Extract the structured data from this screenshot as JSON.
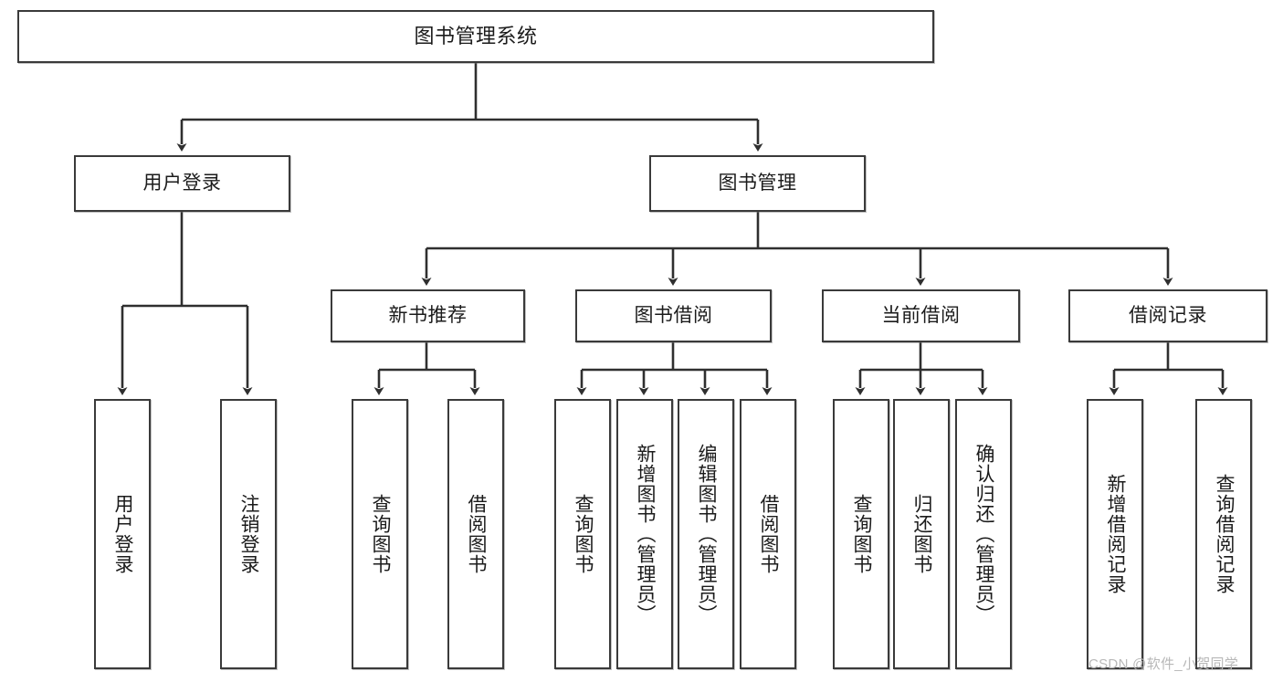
{
  "diagram": {
    "title": "图书管理系统",
    "type": "hierarchy-tree",
    "root": {
      "label": "图书管理系统"
    },
    "level2": [
      {
        "label": "用户登录"
      },
      {
        "label": "图书管理"
      }
    ],
    "level3": [
      {
        "label": "新书推荐"
      },
      {
        "label": "图书借阅"
      },
      {
        "label": "当前借阅"
      },
      {
        "label": "借阅记录"
      }
    ],
    "leaves": {
      "user_login": [
        {
          "label": "用户登录"
        },
        {
          "label": "注销登录"
        }
      ],
      "new_book_recommend": [
        {
          "label": "查询图书"
        },
        {
          "label": "借阅图书"
        }
      ],
      "book_borrow": [
        {
          "label": "查询图书"
        },
        {
          "label": "新增图书（管理员）"
        },
        {
          "label": "编辑图书（管理员）"
        },
        {
          "label": "借阅图书"
        }
      ],
      "current_borrow": [
        {
          "label": "查询图书"
        },
        {
          "label": "归还图书"
        },
        {
          "label": "确认归还（管理员）"
        }
      ],
      "borrow_record": [
        {
          "label": "新增借阅记录"
        },
        {
          "label": "查询借阅记录"
        }
      ]
    }
  },
  "watermark": {
    "text": "CSDN @软件_小贺同学"
  },
  "colors": {
    "box_border": "#3a3a3a",
    "background": "#ffffff",
    "text": "#1b1b1b",
    "connector": "#2f2f2f",
    "watermark": "#b8b8b8"
  }
}
